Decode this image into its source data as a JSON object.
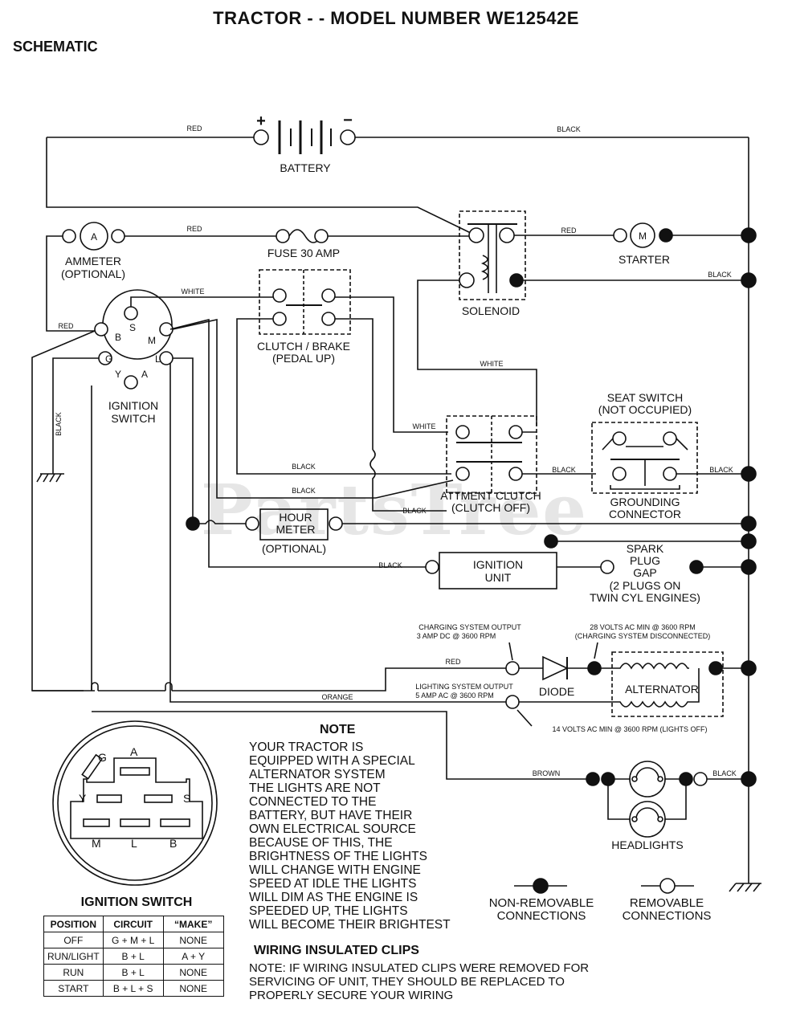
{
  "header": {
    "title": "TRACTOR - - MODEL NUMBER WE12542E",
    "subtitle": "SCHEMATIC"
  },
  "watermark": "PartsTree",
  "components": {
    "battery": "BATTERY",
    "battery_plus": "+",
    "battery_minus": "−",
    "ammeter_a": "A",
    "ammeter_1": "AMMETER",
    "ammeter_2": "(OPTIONAL)",
    "fuse": "FUSE 30 AMP",
    "starter_m": "M",
    "starter": "STARTER",
    "solenoid": "SOLENOID",
    "clutch_1": "CLUTCH / BRAKE",
    "clutch_2": "(PEDAL UP)",
    "ignition_1": "IGNITION",
    "ignition_2": "SWITCH",
    "seat_1": "SEAT SWITCH",
    "seat_2": "(NOT OCCUPIED)",
    "ground_1": "GROUNDING",
    "ground_2": "CONNECTOR",
    "attclutch_1": "ATTMENT CLUTCH",
    "attclutch_2": "(CLUTCH OFF)",
    "hour_1": "HOUR",
    "hour_2": "METER",
    "hour_3": "(OPTIONAL)",
    "ignunit_1": "IGNITION",
    "ignunit_2": "UNIT",
    "spark_1": "SPARK",
    "spark_2": "PLUG",
    "spark_3": "GAP",
    "spark_4": "(2 PLUGS ON",
    "spark_5": "TWIN CYL  ENGINES)",
    "charge_1": "CHARGING SYSTEM OUTPUT",
    "charge_2": "3 AMP DC @ 3600 RPM",
    "volts28_1": "28 VOLTS AC MIN  @ 3600 RPM",
    "volts28_2": "(CHARGING SYSTEM DISCONNECTED)",
    "diode": "DIODE",
    "alternator": "ALTERNATOR",
    "light_1": "LIGHTING SYSTEM OUTPUT",
    "light_2": "5 AMP AC @ 3600 RPM",
    "volts14": "14 VOLTS AC MIN  @ 3600 RPM (LIGHTS OFF)",
    "headlights": "HEADLIGHTS"
  },
  "terminals": {
    "B": "B",
    "S": "S",
    "M": "M",
    "G": "G",
    "L": "L",
    "Y": "Y",
    "A": "A"
  },
  "wires": {
    "red": "RED",
    "black": "BLACK",
    "white": "WHITE",
    "orange": "ORANGE",
    "brown": "BROWN"
  },
  "switch_face": {
    "G": "G",
    "A": "A",
    "Y": "Y",
    "S": "S",
    "M": "M",
    "L": "L",
    "B": "B"
  },
  "note": {
    "title": "NOTE",
    "lines": [
      "YOUR TRACTOR IS",
      "EQUIPPED WITH A SPECIAL",
      "ALTERNATOR SYSTEM",
      "THE LIGHTS ARE NOT",
      "CONNECTED TO THE",
      "BATTERY, BUT HAVE THEIR",
      "OWN ELECTRICAL SOURCE",
      "BECAUSE OF THIS, THE",
      "BRIGHTNESS OF THE LIGHTS",
      "WILL CHANGE WITH ENGINE",
      "SPEED   AT IDLE THE LIGHTS",
      "WILL DIM   AS THE ENGINE IS",
      "SPEEDED UP, THE LIGHTS",
      "WILL BECOME THEIR BRIGHTEST"
    ]
  },
  "ignition_table": {
    "title": "IGNITION SWITCH",
    "headers": [
      "POSITION",
      "CIRCUIT",
      "“MAKE”"
    ],
    "rows": [
      [
        "OFF",
        "G + M + L",
        "NONE"
      ],
      [
        "RUN/LIGHT",
        "B + L",
        "A + Y"
      ],
      [
        "RUN",
        "B + L",
        "NONE"
      ],
      [
        "START",
        "B + L + S",
        "NONE"
      ]
    ]
  },
  "legend": {
    "nonremovable_1": "NON-REMOVABLE",
    "nonremovable_2": "CONNECTIONS",
    "removable_1": "REMOVABLE",
    "removable_2": "CONNECTIONS"
  },
  "clips": {
    "title": "WIRING INSULATED CLIPS",
    "lines": [
      "NOTE: IF WIRING INSULATED CLIPS WERE REMOVED FOR",
      "SERVICING OF UNIT, THEY SHOULD BE REPLACED TO",
      "PROPERLY SECURE YOUR WIRING"
    ]
  }
}
